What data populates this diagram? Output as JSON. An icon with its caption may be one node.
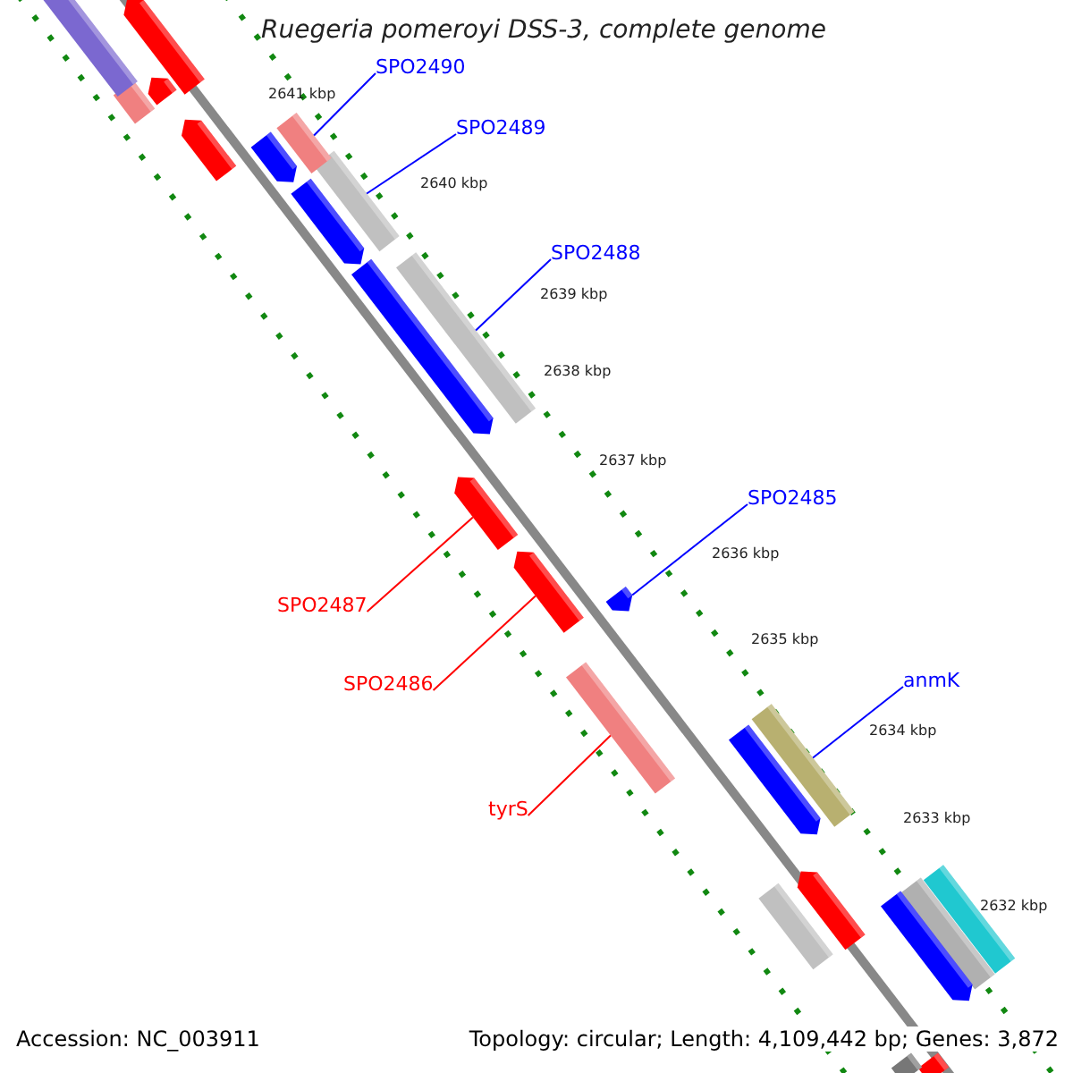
{
  "diagram": {
    "title": "Ruegeria pomeroyi DSS-3, complete genome",
    "nodes": [
      {
        "text": [
          "SPO2490"
        ]
      },
      {
        "text": [],
        "shape": "bar"
      },
      {
        "text": [
          "SPO2489"
        ]
      },
      {
        "text": [],
        "shape": "bar"
      },
      {
        "text": [
          "SPO2488"
        ]
      },
      {
        "text": [],
        "shape": "bar"
      },
      {
        "text": [
          "SPO2485"
        ]
      },
      {
        "text": [],
        "shape": "arrow"
      },
      {
        "text": [
          "SPO2487"
        ]
      },
      {
        "text": [],
        "shape": "arrow"
      },
      {
        "text": [
          "anmK"
        ]
      },
      {
        "text": [],
        "shape": "bar"
      },
      {
        "text": [
          "SPO2486"
        ]
      },
      {
        "text": [],
        "shape": "arrow"
      },
      {
        "text": [
          "tyrS"
        ]
      },
      {
        "text": [],
        "shape": "bar"
      },
      {
        "text": [],
        "shape": "bar"
      },
      {
        "text": [],
        "shape": "arrow"
      },
      {
        "text": [],
        "shape": "bar"
      },
      {
        "text": [],
        "shape": "arrow"
      },
      {
        "text": [],
        "shape": "arrow"
      },
      {
        "text": [],
        "shape": "arrow"
      },
      {
        "text": [],
        "shape": "arrow"
      },
      {
        "text": [],
        "shape": "arrow"
      },
      {
        "text": [],
        "shape": "arrow"
      },
      {
        "text": [],
        "shape": "bar"
      },
      {
        "text": [],
        "shape": "arrow"
      },
      {
        "text": [],
        "shape": "arrow"
      },
      {
        "text": [],
        "shape": "bar"
      },
      {
        "text": [],
        "shape": "bar"
      },
      {
        "text": [],
        "shape": "bar"
      },
      {
        "text": [],
        "shape": "bar"
      }
    ],
    "edges": [
      {
        "from": 0,
        "to": 1,
        "arrow": "none"
      },
      {
        "from": 2,
        "to": 3,
        "arrow": "none"
      },
      {
        "from": 4,
        "to": 5,
        "arrow": "none"
      },
      {
        "from": 6,
        "to": 7,
        "arrow": "none"
      },
      {
        "from": 8,
        "to": 9,
        "arrow": "none",
        "color": "#ff0000"
      },
      {
        "from": 10,
        "to": 11,
        "arrow": "none"
      },
      {
        "from": 12,
        "to": 13,
        "arrow": "none",
        "color": "#ff0000"
      },
      {
        "from": 14,
        "to": 15,
        "arrow": "none",
        "color": "#ff0000"
      }
    ],
    "labels": [
      "2641 kbp",
      "2640 kbp",
      "2639 kbp",
      "2638 kbp",
      "2637 kbp",
      "2636 kbp",
      "2635 kbp",
      "2634 kbp",
      "2633 kbp",
      "2632 kbp",
      "Accession: NC_003911",
      "Topology: circular; Length: 4,109,442 bp; Genes: 3,872"
    ]
  }
}
